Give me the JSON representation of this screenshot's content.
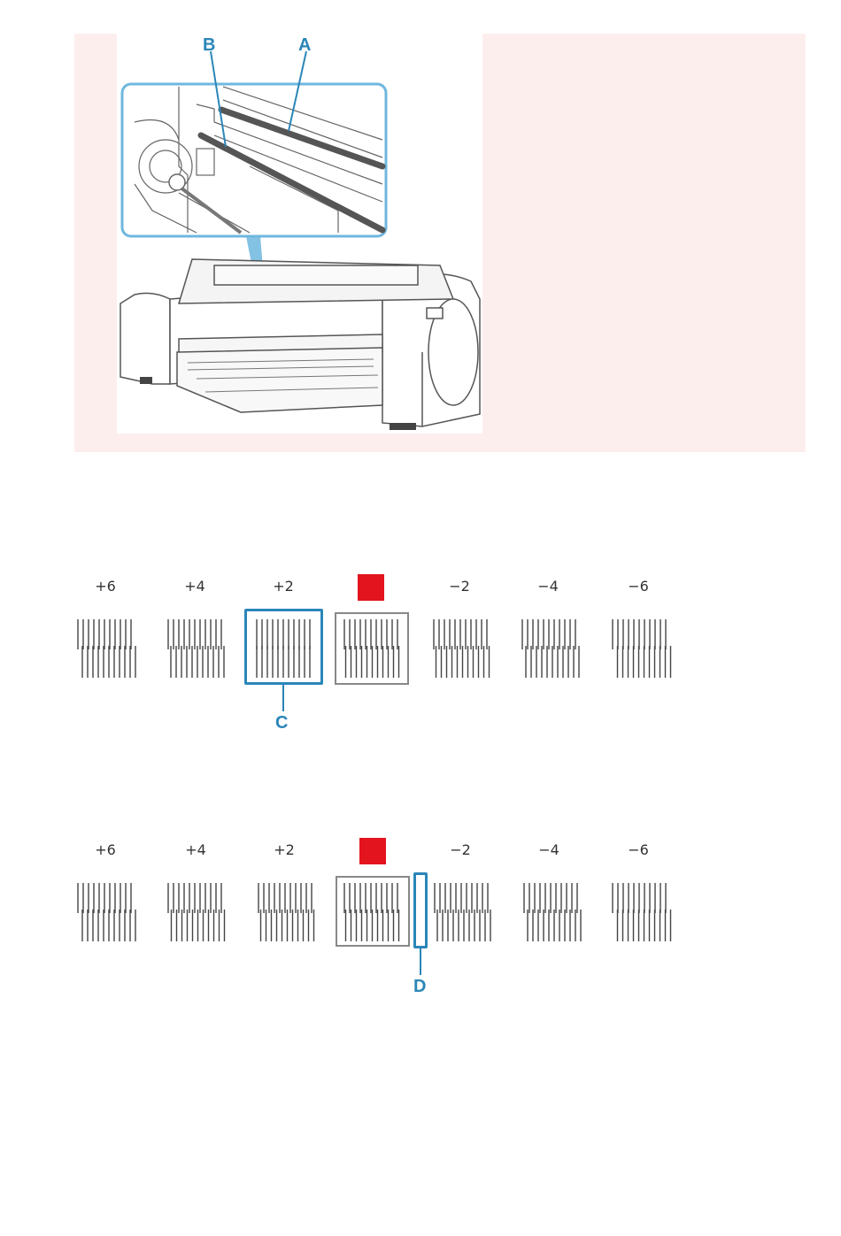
{
  "callouts": {
    "a": "A",
    "b": "B",
    "c": "C",
    "d": "D"
  },
  "row1": {
    "ticks": [
      "+6",
      "+4",
      "+2",
      "",
      "−2",
      "−4",
      "−6"
    ],
    "selected_index": 2,
    "marker_index": 3
  },
  "row2": {
    "ticks": [
      "+6",
      "+4",
      "+2",
      "",
      "−2",
      "−4",
      "−6"
    ],
    "marker_index": 3,
    "gap_after_index": 3
  },
  "colors": {
    "panel_bg": "#fdeeee",
    "callout_blue": "#2a86b8",
    "marker_red": "#e3141e",
    "frame_gray": "#888888"
  }
}
